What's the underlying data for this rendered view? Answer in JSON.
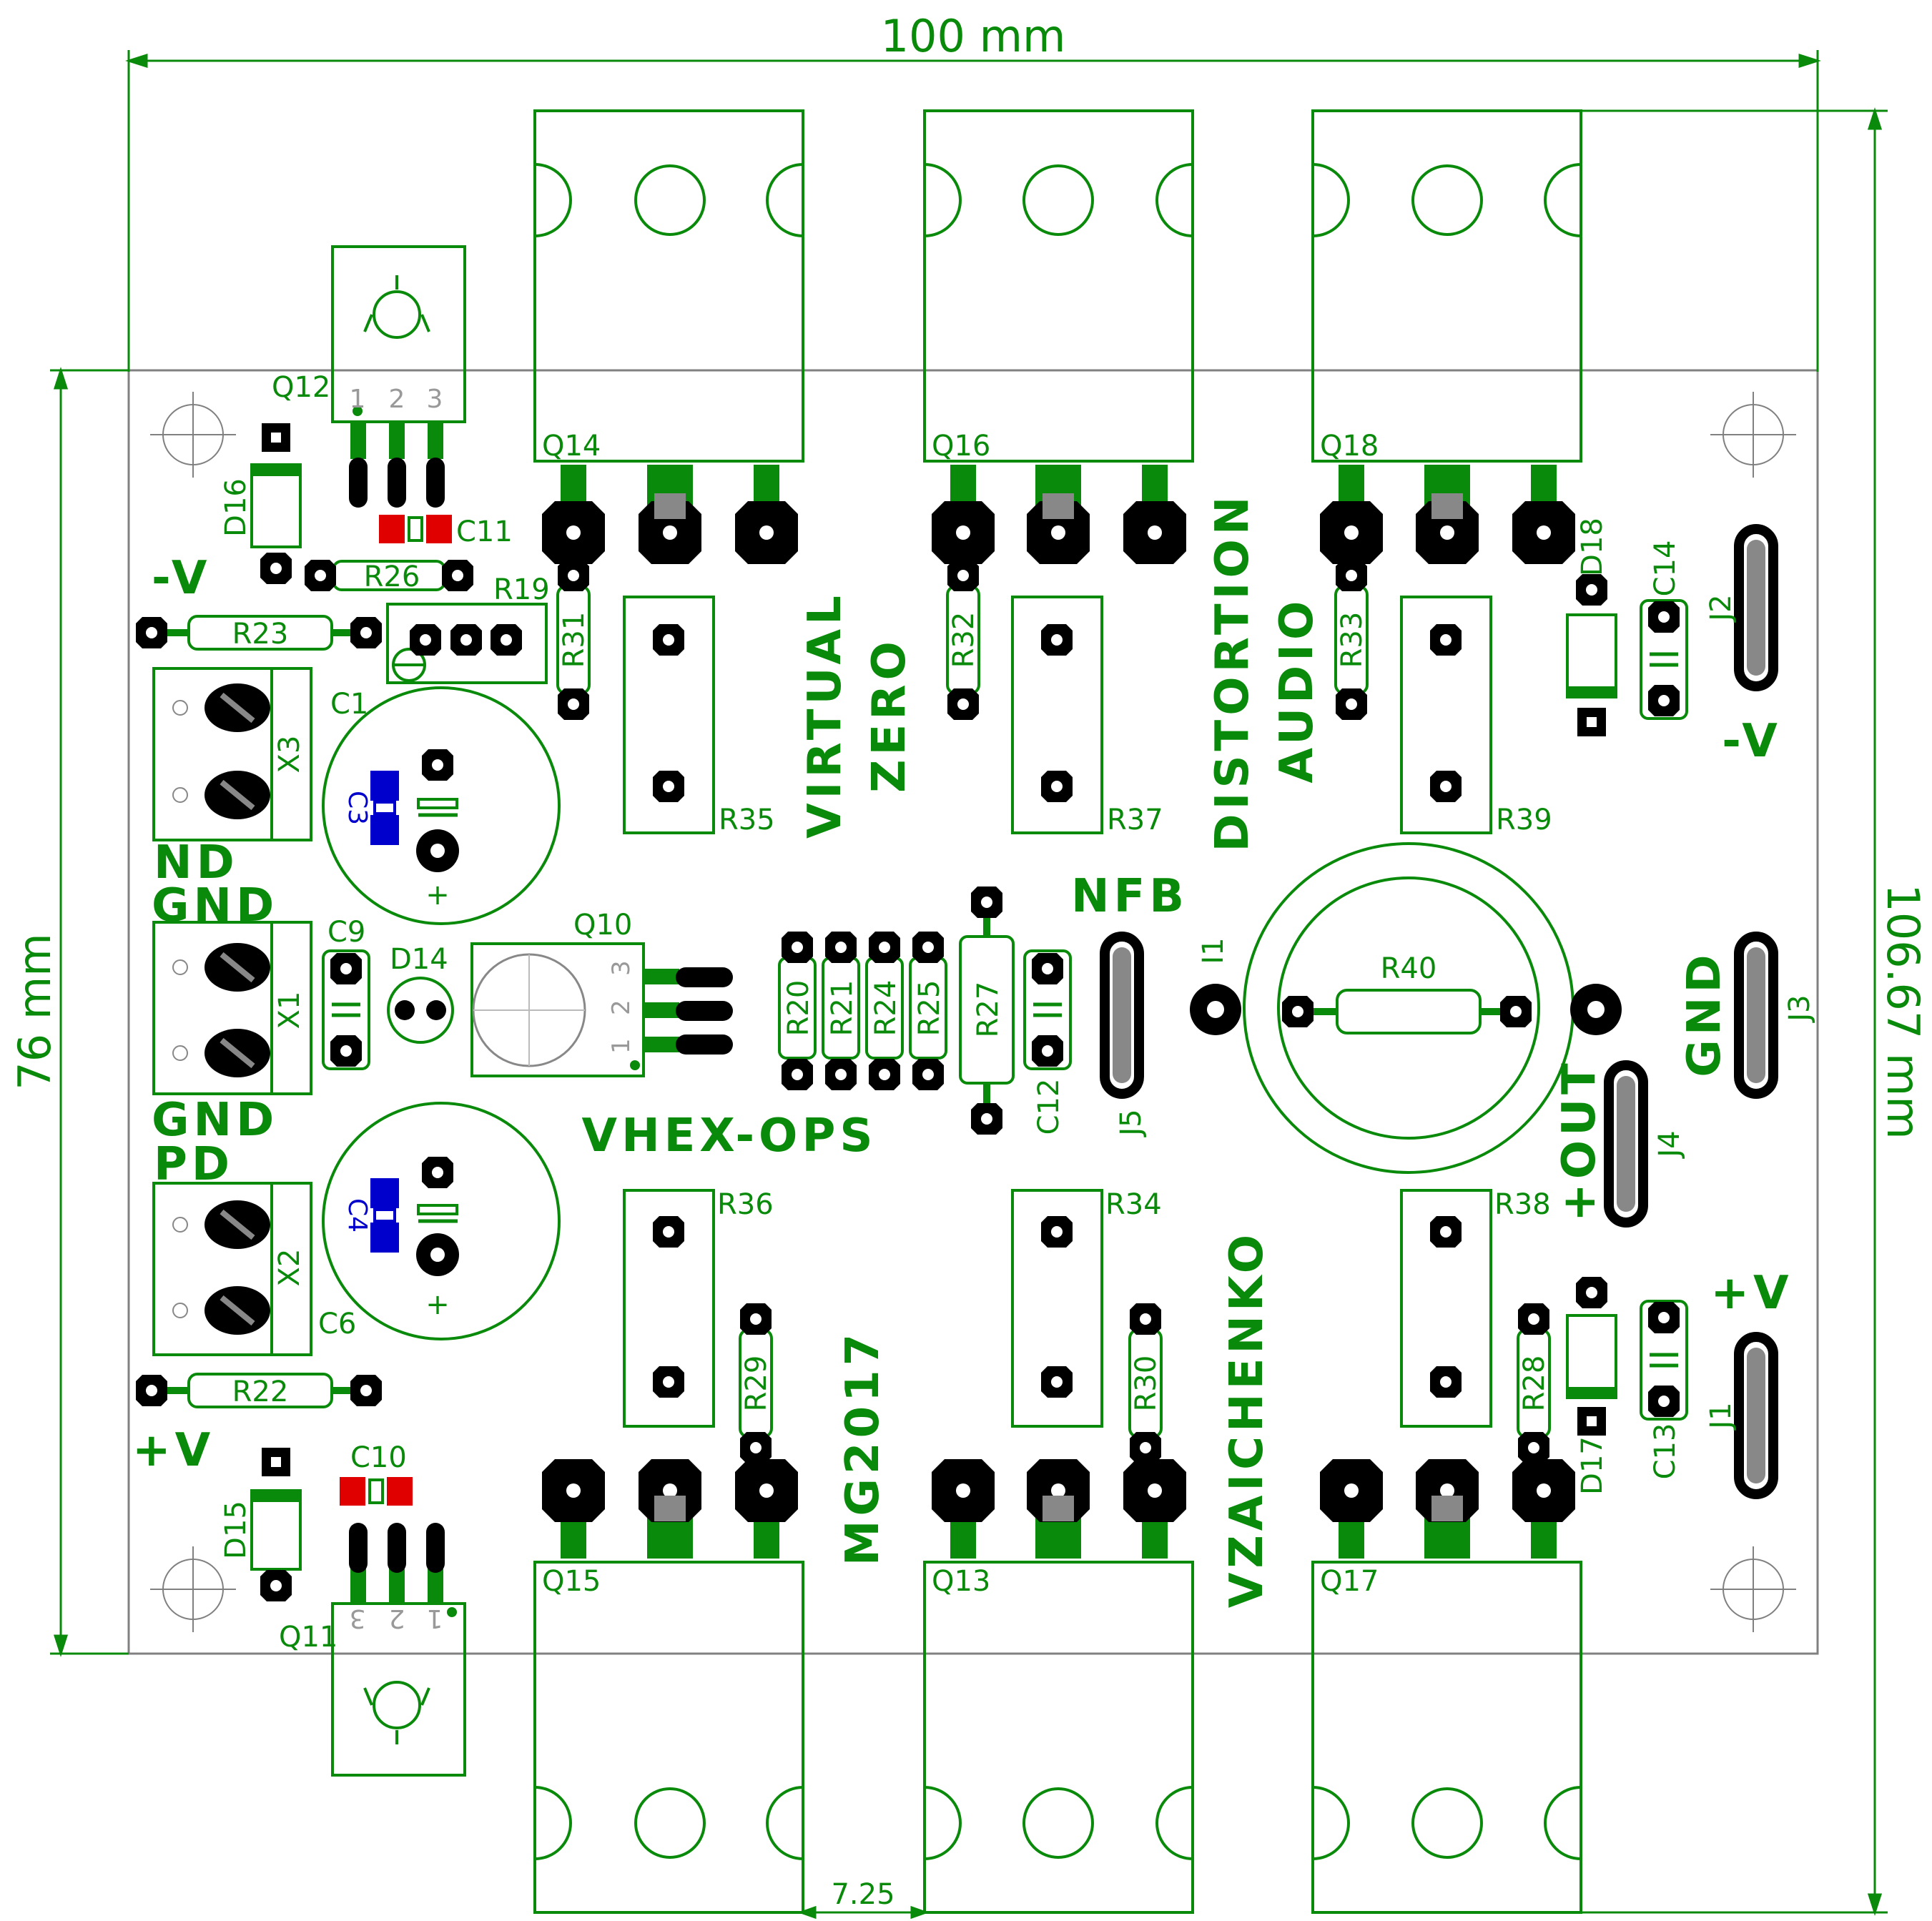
{
  "dimensions": {
    "width": "100  mm",
    "height_board": "76  mm",
    "height_total": "106.67  mm",
    "gap": "7.25"
  },
  "texts": {
    "virtual": "VIRTUAL",
    "zero": "ZERO",
    "distortion": "DISTORTION",
    "audio": "AUDIO",
    "nfb": "NFB",
    "vhexops": "VHEX-OPS",
    "mg2017": "MG2017",
    "vzaichenko": "VZAICHENKO",
    "minus_v_left": "-V",
    "minus_v_right": "-V",
    "plus_v_left": "+V",
    "plus_v_right": "+V",
    "nd": "ND",
    "gnd1": "GND",
    "gnd2": "GND",
    "gnd_right": "GND",
    "pd": "PD",
    "out": "+OUT",
    "i1": "I1"
  },
  "labels": {
    "Q14": "Q14",
    "Q16": "Q16",
    "Q18": "Q18",
    "Q15": "Q15",
    "Q13": "Q13",
    "Q17": "Q17",
    "Q12": "Q12",
    "Q11": "Q11",
    "Q10": "Q10",
    "R35": "R35",
    "R37": "R37",
    "R39": "R39",
    "R36": "R36",
    "R34": "R34",
    "R38": "R38",
    "R31": "R31",
    "R32": "R32",
    "R33": "R33",
    "R29": "R29",
    "R30": "R30",
    "R28": "R28",
    "R23": "R23",
    "R26": "R26",
    "R19": "R19",
    "R22": "R22",
    "R40": "R40",
    "R20": "R20",
    "R21": "R21",
    "R24": "R24",
    "R25": "R25",
    "R27": "R27",
    "C1": "C1",
    "C3": "C3",
    "C4": "C4",
    "C6": "C6",
    "C9": "C9",
    "C10": "C10",
    "C11": "C11",
    "C12": "C12",
    "C13": "C13",
    "C14": "C14",
    "D14": "D14",
    "D15": "D15",
    "D16": "D16",
    "D17": "D17",
    "D18": "D18",
    "X1": "X1",
    "X2": "X2",
    "X3": "X3",
    "J1": "J1",
    "J2": "J2",
    "J3": "J3",
    "J4": "J4",
    "J5": "J5",
    "p1": "1",
    "p2": "2",
    "p3": "3",
    "plus": "+"
  },
  "colors": {
    "silk": "#0a8a0a",
    "board_outline": "#808080",
    "pad": "#000000",
    "smd_red": "#e00000",
    "smd_blue": "#0000cc"
  }
}
